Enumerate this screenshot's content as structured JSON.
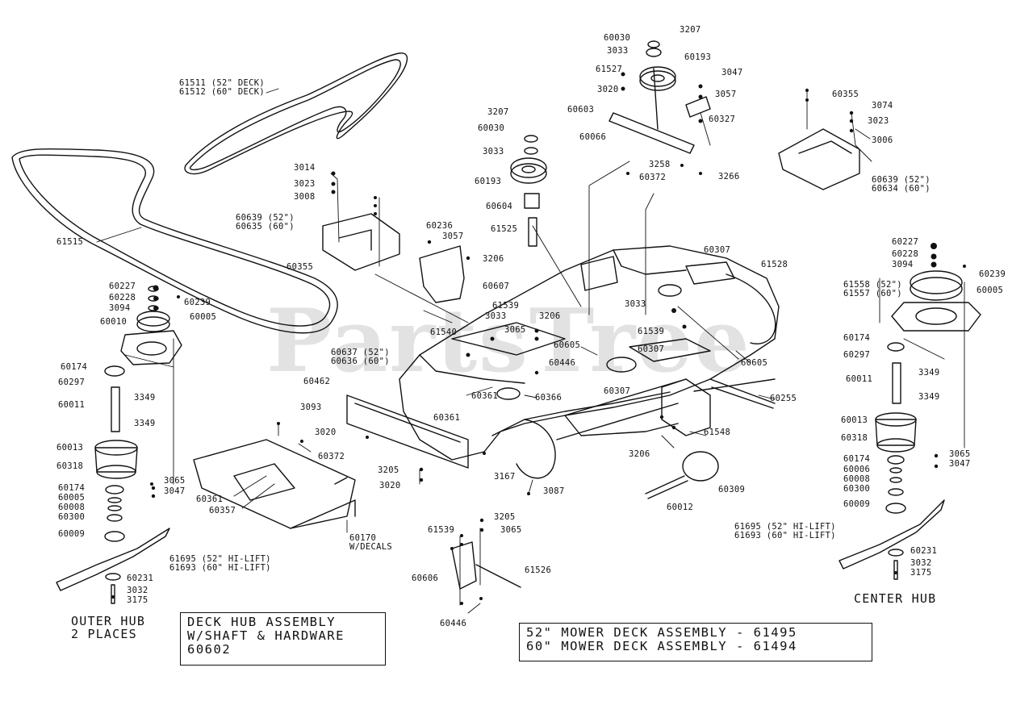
{
  "watermark": "PartsTree",
  "titles": {
    "deck_hub_box": [
      "DECK HUB ASSEMBLY",
      "W/SHAFT & HARDWARE",
      "60602"
    ],
    "mower_deck_box": [
      "52\" MOWER DECK ASSEMBLY - 61495",
      "60\" MOWER DECK ASSEMBLY - 61494"
    ],
    "outer_hub": [
      "OUTER HUB",
      "2 PLACES"
    ],
    "center_hub": "CENTER HUB"
  },
  "part_labels": [
    "61511 (52\" DECK)",
    "61512 (60\" DECK)",
    "61515",
    "60030",
    "3207",
    "3033",
    "60193",
    "61527",
    "3047",
    "3020",
    "3057",
    "60603",
    "60327",
    "60066",
    "3258",
    "60372",
    "3266",
    "60355",
    "3074",
    "3023",
    "3006",
    "60639 (52\")",
    "60634 (60\")",
    "3207",
    "60030",
    "3033",
    "60193",
    "60604",
    "61525",
    "3014",
    "3023",
    "3008",
    "60639 (52\")",
    "60635 (60\")",
    "60355",
    "60236",
    "3057",
    "3206",
    "60607",
    "60307",
    "61528",
    "3033",
    "61539",
    "60307",
    "60605",
    "60307",
    "60255",
    "60227",
    "60228",
    "3094",
    "60239",
    "61558 (52\")",
    "61557 (60\")",
    "60005",
    "60174",
    "60297",
    "60011",
    "3349",
    "3349",
    "60013",
    "60318",
    "3065",
    "3047",
    "60174",
    "60006",
    "60008",
    "60300",
    "60009",
    "61695 (52\" HI-LIFT)",
    "61693 (60\" HI-LIFT)",
    "60231",
    "3032",
    "3175",
    "60227",
    "60228",
    "3094",
    "60239",
    "60005",
    "60010",
    "60174",
    "60297",
    "60011",
    "3349",
    "3349",
    "60013",
    "60318",
    "3065",
    "3047",
    "60174",
    "60005",
    "60008",
    "60300",
    "60009",
    "61695 (52\" HI-LIFT)",
    "61693 (60\" HI-LIFT)",
    "60231",
    "3032",
    "3175",
    "61539",
    "3033",
    "3206",
    "61540",
    "3065",
    "60605",
    "60637 (52\")",
    "60636 (60\")",
    "60446",
    "60361",
    "60366",
    "60462",
    "60361",
    "3093",
    "3020",
    "60372",
    "3205",
    "3020",
    "3167",
    "3087",
    "60361",
    "60357",
    "60170",
    "W/DECALS",
    "3206",
    "61548",
    "60309",
    "60012",
    "61539",
    "3205",
    "3065",
    "60606",
    "61526",
    "60446"
  ]
}
